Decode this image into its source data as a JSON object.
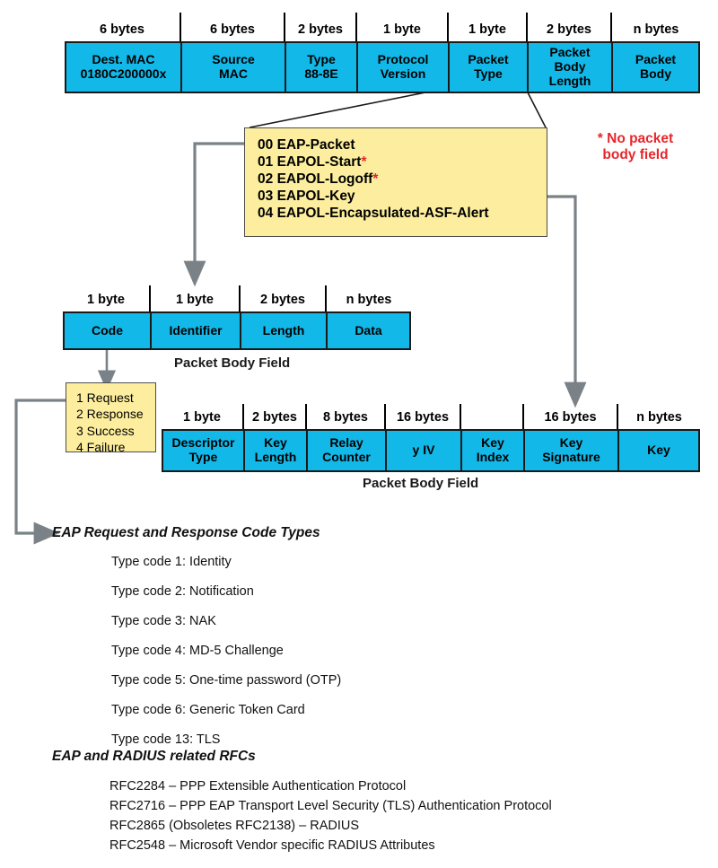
{
  "diagram": {
    "title": "EAPOL Frame Format and EAP Code Types",
    "colors": {
      "field_fill": "#12b8e8",
      "callout_fill": "#fcee9e",
      "callout_border": "#4d4d4d",
      "note_red": "#e8262b",
      "connector_gray": "#7a8288",
      "outline_black": "#1a1a1a"
    }
  },
  "eapol_frame": {
    "columns": [
      {
        "size": "6 bytes",
        "name": "Dest. MAC\n0180C200000x",
        "line1": "Dest. MAC",
        "line2": "0180C200000x"
      },
      {
        "size": "6 bytes",
        "line1": "Source",
        "line2": "MAC"
      },
      {
        "size": "2 bytes",
        "line1": "Type",
        "line2": "88-8E"
      },
      {
        "size": "1 byte",
        "line1": "Protocol",
        "line2": "Version"
      },
      {
        "size": "1 byte",
        "line1": "Packet",
        "line2": "Type"
      },
      {
        "size": "2 bytes",
        "line1": "Packet",
        "line2": "Body",
        "line3": "Length"
      },
      {
        "size": "n bytes",
        "line1": "Packet",
        "line2": "Body"
      }
    ]
  },
  "packet_type_box": {
    "entries": [
      {
        "code": "00",
        "name": "EAP-Packet",
        "footnote": ""
      },
      {
        "code": "01",
        "name": "EAPOL-Start",
        "footnote": "*"
      },
      {
        "code": "02",
        "name": "EAPOL-Logoff",
        "footnote": "*"
      },
      {
        "code": "03",
        "name": "EAPOL-Key",
        "footnote": ""
      },
      {
        "code": "04",
        "name": "EAPOL-Encapsulated-ASF-Alert",
        "footnote": ""
      }
    ]
  },
  "footnote_note": {
    "line1": "* No packet",
    "line2": "body field"
  },
  "eap_packet_body": {
    "caption": "Packet Body Field",
    "columns": [
      {
        "size": "1 byte",
        "line1": "Code"
      },
      {
        "size": "1 byte",
        "line1": "Identifier"
      },
      {
        "size": "2 bytes",
        "line1": "Length"
      },
      {
        "size": "n bytes",
        "line1": "Data"
      }
    ]
  },
  "code_value_box": {
    "entries": [
      "1 Request",
      "2 Response",
      "3 Success",
      "4 Failure"
    ]
  },
  "eapol_key_body": {
    "caption": "Packet Body Field",
    "columns": [
      {
        "size": "1 byte",
        "line1": "Descriptor",
        "line2": "Type"
      },
      {
        "size": "2 bytes",
        "line1": "Key",
        "line2": "Length"
      },
      {
        "size": "8 bytes",
        "line1": "Relay",
        "line2": "Counter"
      },
      {
        "size": "16 bytes",
        "line1": "y IV",
        "line2": ""
      },
      {
        "size": "",
        "line1": "Key",
        "line2": "Index"
      },
      {
        "size": "16 bytes",
        "line1": "Key",
        "line2": "Signature"
      },
      {
        "size": "n bytes",
        "line1": "Key",
        "line2": ""
      }
    ]
  },
  "eap_code_types": {
    "heading": "EAP Request and Response Code Types",
    "items": [
      "Type code 1: Identity",
      "Type code 2: Notification",
      "Type code 3: NAK",
      "Type code 4: MD-5 Challenge",
      "Type code 5: One-time password (OTP)",
      "Type code 6: Generic Token Card",
      "Type code 13: TLS"
    ]
  },
  "rfcs": {
    "heading": "EAP and RADIUS related RFCs",
    "items": [
      "RFC2284 – PPP Extensible Authentication Protocol",
      "RFC2716 – PPP EAP Transport Level Security (TLS) Authentication Protocol",
      "RFC2865 (Obsoletes RFC2138) – RADIUS",
      "RFC2548 – Microsoft Vendor specific RADIUS Attributes"
    ]
  }
}
